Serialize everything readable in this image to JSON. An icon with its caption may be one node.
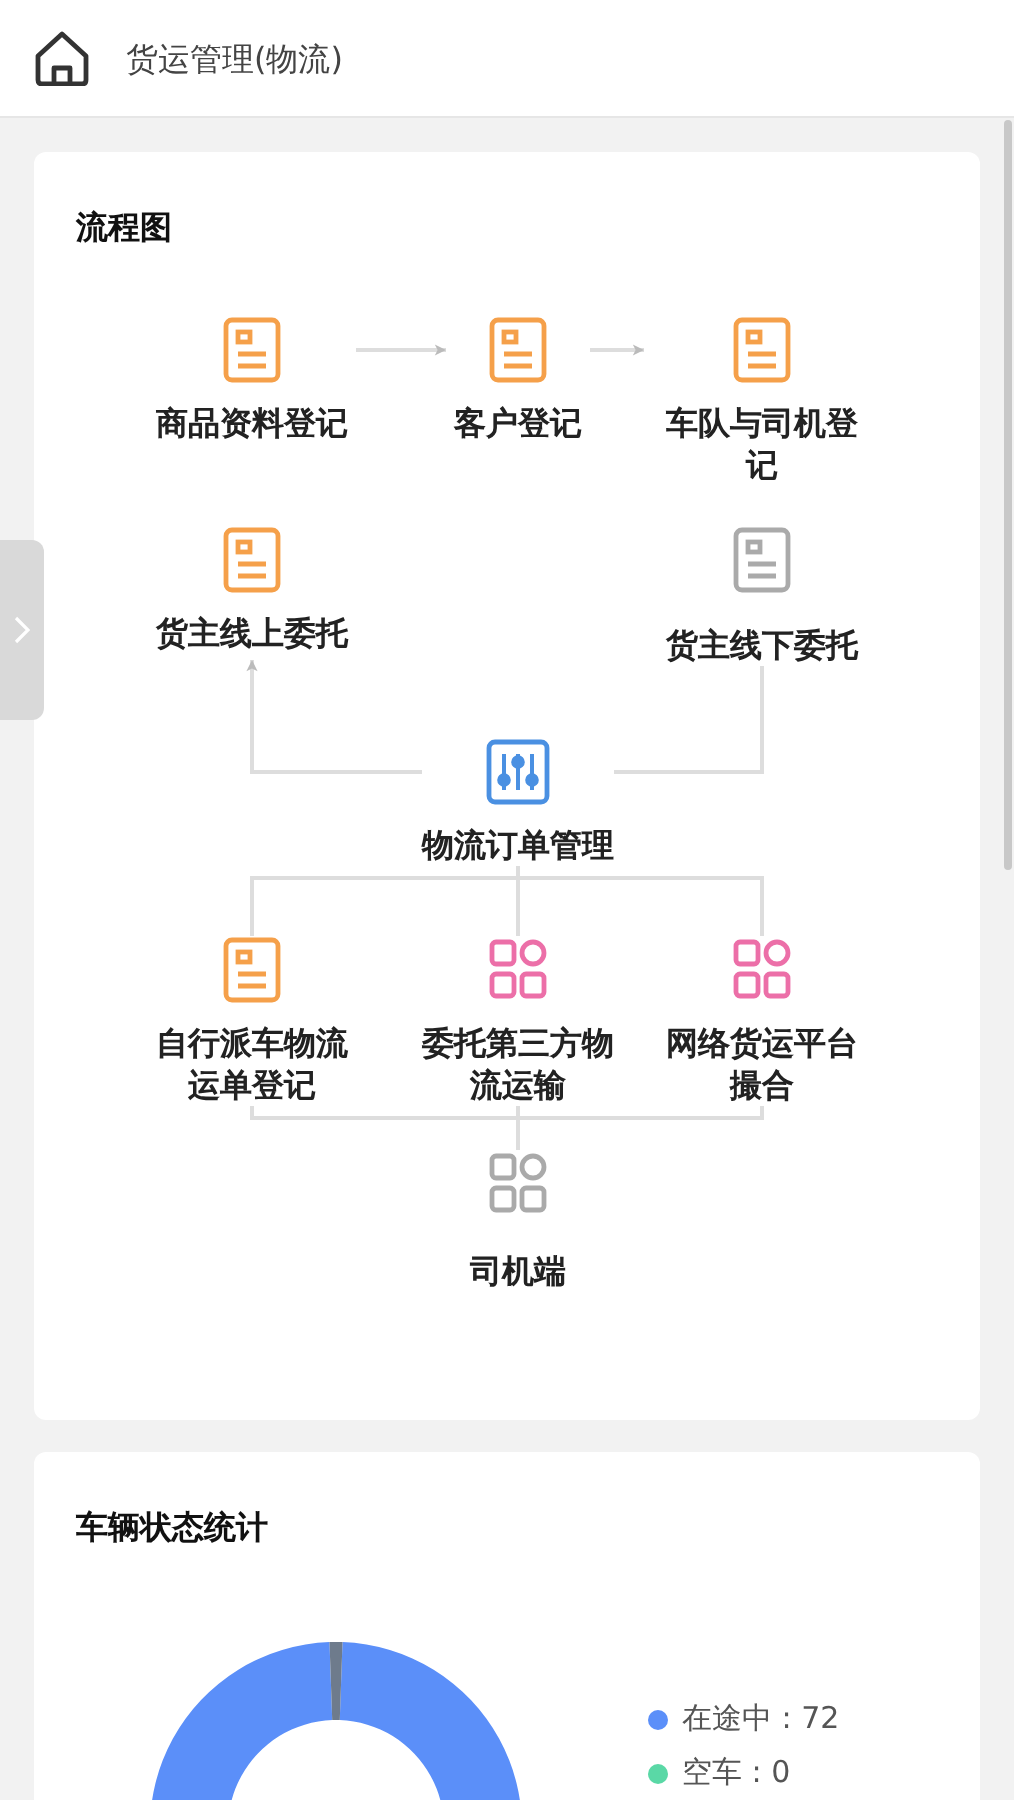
{
  "diagram": {
    "title": "货运管理(物流)",
    "nodes": [
      {
        "text": [
          "商品资料登记"
        ]
      },
      {
        "text": [
          "客户登记"
        ]
      },
      {
        "text": [
          "车队与司机登记"
        ]
      },
      {
        "text": [
          "货主线上委托"
        ]
      },
      {
        "text": [
          "货主线下委托"
        ]
      },
      {
        "text": [
          "物流订单管理"
        ]
      },
      {
        "text": [
          "自行派车物流运单登记"
        ]
      },
      {
        "text": [
          "委托第三方物流运输"
        ]
      },
      {
        "text": [
          "网络货运平台撮合"
        ]
      },
      {
        "text": [
          "司机端"
        ]
      }
    ],
    "edges": [
      {
        "from": 0,
        "to": 1,
        "arrow": "to"
      },
      {
        "from": 1,
        "to": 2,
        "arrow": "to"
      },
      {
        "from": 5,
        "to": 3,
        "arrow": "to"
      },
      {
        "from": 4,
        "to": 5,
        "arrow": "none"
      },
      {
        "from": 5,
        "to": 6,
        "arrow": "none"
      },
      {
        "from": 5,
        "to": 7,
        "arrow": "none"
      },
      {
        "from": 5,
        "to": 8,
        "arrow": "none"
      },
      {
        "from": 6,
        "to": 9,
        "arrow": "none"
      },
      {
        "from": 7,
        "to": 9,
        "arrow": "none"
      },
      {
        "from": 8,
        "to": 9,
        "arrow": "none"
      }
    ],
    "labels": [
      "流程图",
      "车辆状态统计"
    ],
    "legend": [
      {
        "text": "在途中 : 72",
        "color": "#5b8ff9"
      },
      {
        "text": "空车 : 0",
        "color": "#5ad8a6"
      }
    ]
  }
}
